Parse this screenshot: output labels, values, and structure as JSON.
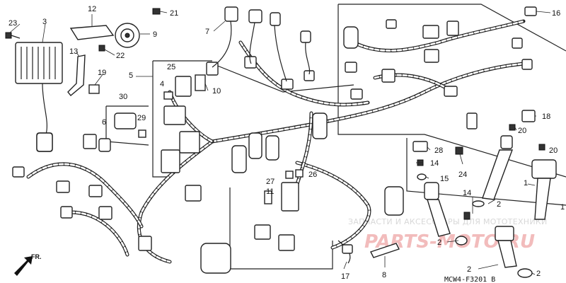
{
  "callouts": [
    {
      "id": "c23",
      "text": "23"
    },
    {
      "id": "c3",
      "text": "3"
    },
    {
      "id": "c12",
      "text": "12"
    },
    {
      "id": "c21",
      "text": "21"
    },
    {
      "id": "c9",
      "text": "9"
    },
    {
      "id": "c22",
      "text": "22"
    },
    {
      "id": "c13",
      "text": "13"
    },
    {
      "id": "c19",
      "text": "19"
    },
    {
      "id": "c7",
      "text": "7"
    },
    {
      "id": "c16",
      "text": "16"
    },
    {
      "id": "c5",
      "text": "5"
    },
    {
      "id": "c25",
      "text": "25"
    },
    {
      "id": "c4",
      "text": "4"
    },
    {
      "id": "c10",
      "text": "10"
    },
    {
      "id": "c30",
      "text": "30"
    },
    {
      "id": "c6",
      "text": "6"
    },
    {
      "id": "c29",
      "text": "29"
    },
    {
      "id": "c18",
      "text": "18"
    },
    {
      "id": "c20",
      "text": "20"
    },
    {
      "id": "c28",
      "text": "28"
    },
    {
      "id": "c14a",
      "text": "14"
    },
    {
      "id": "c15",
      "text": "15"
    },
    {
      "id": "c24",
      "text": "24"
    },
    {
      "id": "c20b",
      "text": "20"
    },
    {
      "id": "c1a",
      "text": "1"
    },
    {
      "id": "c2a",
      "text": "2"
    },
    {
      "id": "c14b",
      "text": "14"
    },
    {
      "id": "c2b",
      "text": "2"
    },
    {
      "id": "c1b",
      "text": "1"
    },
    {
      "id": "c2c",
      "text": "2"
    },
    {
      "id": "c2d",
      "text": "2"
    },
    {
      "id": "c27",
      "text": "27"
    },
    {
      "id": "c26",
      "text": "26"
    },
    {
      "id": "c11",
      "text": "11"
    },
    {
      "id": "c17",
      "text": "17"
    },
    {
      "id": "c8",
      "text": "8"
    }
  ],
  "diagram_code": "MCW4-F3201 B",
  "direction_label": "FR.",
  "watermark": {
    "text": "ЗАПЧАСТИ И АКСЕССУАРЫ ДЛЯ МОТОТЕХНИКИ",
    "brand": "PARTS-MOTO.RU"
  },
  "colors": {
    "ink": "#222222",
    "watermark_text": "#d8d8d8",
    "watermark_brand": "#f2bcbc"
  }
}
